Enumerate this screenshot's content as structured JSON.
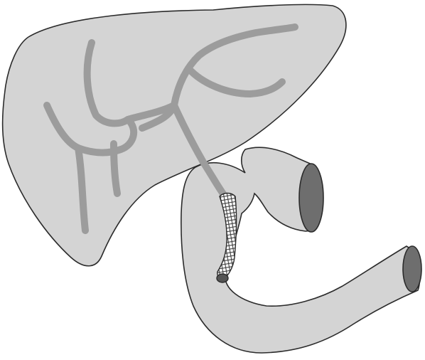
{
  "figure": {
    "subject": "liver-biliary-tree-duodenum-with-stent",
    "colors": {
      "background": "#ffffff",
      "organ_fill": "#d4d4d4",
      "organ_outline": "#2b2b2b",
      "duct": "#9c9c9c",
      "lumen": "#6e6e6e",
      "stent_mesh": "#ffffff"
    },
    "parts": [
      {
        "name": "liver",
        "icon": "liver-icon"
      },
      {
        "name": "biliary-ducts",
        "icon": "duct-icon"
      },
      {
        "name": "duodenum",
        "icon": "intestine-icon"
      },
      {
        "name": "stomach-outlet",
        "icon": "lumen-icon"
      },
      {
        "name": "jejunum-outlet",
        "icon": "lumen-icon"
      },
      {
        "name": "biliary-stent",
        "icon": "stent-icon"
      }
    ]
  }
}
